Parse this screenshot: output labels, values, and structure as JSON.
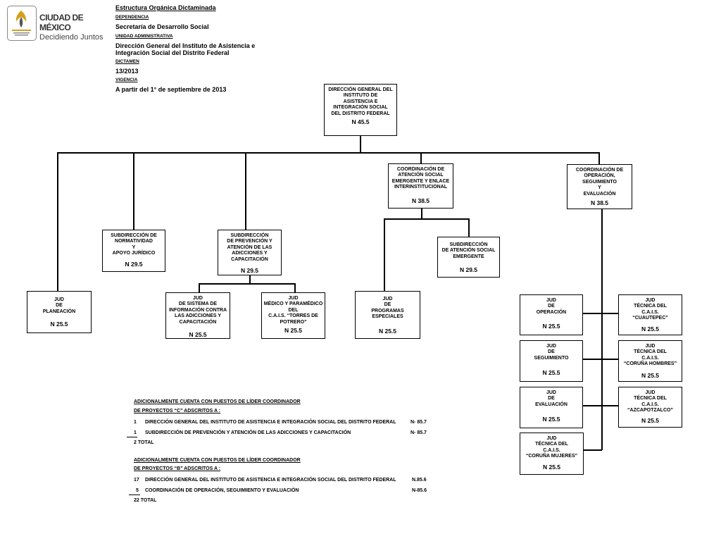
{
  "branding": {
    "logo_line1": "CIUDAD DE MÉXICO",
    "logo_line2": "Decidiendo Juntos"
  },
  "header": {
    "title": "Estructura Orgánica Dictaminada",
    "dependencia_label": "DEPENDENCIA",
    "dependencia": "Secretaría de Desarrollo Social",
    "unidad_label": "UNIDAD ADMINISTRATIVA",
    "unidad_line1": "Dirección General del Instituto de Asistencia e",
    "unidad_line2": "Integración Social del Distrito Federal",
    "dictamen_label": "DICTAMEN",
    "dictamen": "13/2013",
    "vigencia_label": "VIGENCIA",
    "vigencia": "A partir del 1° de septiembre de 2013"
  },
  "org": {
    "root": {
      "lines": [
        "DIRECCIÓN GENERAL DEL",
        "INSTITUTO DE",
        "ASISTENCIA E",
        "INTEGRACIÓN SOCIAL",
        "DEL DISTRITO FEDERAL"
      ],
      "level": "N 45.5"
    },
    "coord_emergente": {
      "lines": [
        "COORDINACIÓN DE",
        "ATENCIÓN SOCIAL",
        "EMERGENTE  Y ENLACE",
        "INTERINSTITUCIONAL"
      ],
      "level": "N 38.5"
    },
    "coord_operacion": {
      "lines": [
        "COORDINACIÓN DE",
        "OPERACIÓN,",
        "SEGUIMIENTO",
        "Y",
        "EVALUACIÓN"
      ],
      "level": "N 38.5"
    },
    "sub_normatividad": {
      "lines": [
        "SUBDIRECCIÓN DE",
        "NORMATIVIDAD",
        "Y",
        "APOYO JURÍDICO"
      ],
      "level": "N 29.5"
    },
    "sub_prevencion": {
      "lines": [
        "SUBDIRECCIÓN",
        "DE PREVENCIÓN Y",
        "ATENCIÓN DE LAS",
        "ADICCIONES  Y",
        "CAPACITACIÓN"
      ],
      "level": "N 29.5"
    },
    "sub_emergente": {
      "lines": [
        "SUBDIRECCIÓN",
        "DE ATENCIÓN SOCIAL",
        "EMERGENTE"
      ],
      "level": "N 29.5"
    },
    "jud_planeacion": {
      "lines": [
        "JUD",
        "DE",
        "PLANEACIÓN"
      ],
      "level": "N 25.5"
    },
    "jud_sistema": {
      "lines": [
        "JUD",
        "DE SISTEMA DE",
        "INFORMACIÓN CONTRA",
        "LAS ADICCIONES Y",
        "CAPACITACIÓN"
      ],
      "level": "N 25.5"
    },
    "jud_medico": {
      "lines": [
        "JUD",
        "MÉDICO Y PARAMÉDICO",
        "DEL",
        "C.A.I.S. “TORRES DE",
        "POTRERO”"
      ],
      "level": "N 25.5"
    },
    "jud_programas": {
      "lines": [
        "JUD",
        "DE",
        "PROGRAMAS",
        "ESPECIALES"
      ],
      "level": "N 25.5"
    },
    "jud_operacion": {
      "lines": [
        "JUD",
        "DE",
        "OPERACIÓN"
      ],
      "level": "N 25.5"
    },
    "jud_seguimiento": {
      "lines": [
        "JUD",
        "DE",
        "SEGUIMIENTO"
      ],
      "level": "N 25.5"
    },
    "jud_evaluacion": {
      "lines": [
        "JUD",
        "DE",
        "EVALUACIÓN"
      ],
      "level": "N 25.5"
    },
    "jud_coruna_mujeres": {
      "lines": [
        "JUD",
        "TÉCNICA DEL",
        "C.A.I.S.",
        "“CORUÑA MUJERES”"
      ],
      "level": "N 25.5"
    },
    "jud_cuautepec": {
      "lines": [
        "JUD",
        "TÉCNICA DEL",
        "C.A.I.S.",
        "“CUAUTEPEC”"
      ],
      "level": "N 25.5"
    },
    "jud_coruna_hombres": {
      "lines": [
        "JUD",
        "TÉCNICA DEL",
        "C.A.I.S.",
        "“CORUÑA HOMBRES”"
      ],
      "level": "N 25.5"
    },
    "jud_azcapotzalco": {
      "lines": [
        "JUD",
        "TÉCNICA DEL",
        "C.A.I.S.",
        "“AZCAPOTZALCO”"
      ],
      "level": "N 25.5"
    }
  },
  "notes": {
    "c_heading1": "ADICIONALMENTE CUENTA CON PUESTOS DE LÍDER COORDINADOR",
    "c_heading2": "DE PROYECTOS “C” ADSCRITOS A :",
    "c_rows": [
      {
        "count": "1",
        "text": "DIRECCIÓN GENERAL DEL INSTITUTO DE ASISTENCIA E  INTEGRACIÓN SOCIAL DEL DISTRITO FEDERAL",
        "level": "N- 85.7"
      },
      {
        "count": "1",
        "text": "SUBDIRECCIÓN DE PREVENCIÓN Y ATENCIÓN   DE LAS ADICCIONES Y CAPACITACIÓN",
        "level": "N- 85.7"
      }
    ],
    "c_total": "2    TOTAL",
    "b_heading1": "ADICIONALMENTE CUENTA CON PUESTOS DE LÍDER COORDINADOR",
    "b_heading2": "DE PROYECTOS “B” ADSCRITOS A :",
    "b_rows": [
      {
        "count": "17",
        "text": "DIRECCIÓN GENERAL DEL INSTITUTO DE ASISTENCIA E  INTEGRACIÓN SOCIAL  DEL DISTRITO FEDERAL",
        "level": "N.85.6"
      },
      {
        "count": "5",
        "text": "COORDINACIÓN DE OPERACIÓN, SEGUIMIENTO Y EVALUACIÓN",
        "level": "N-85.6"
      }
    ],
    "b_total": "22    TOTAL"
  }
}
